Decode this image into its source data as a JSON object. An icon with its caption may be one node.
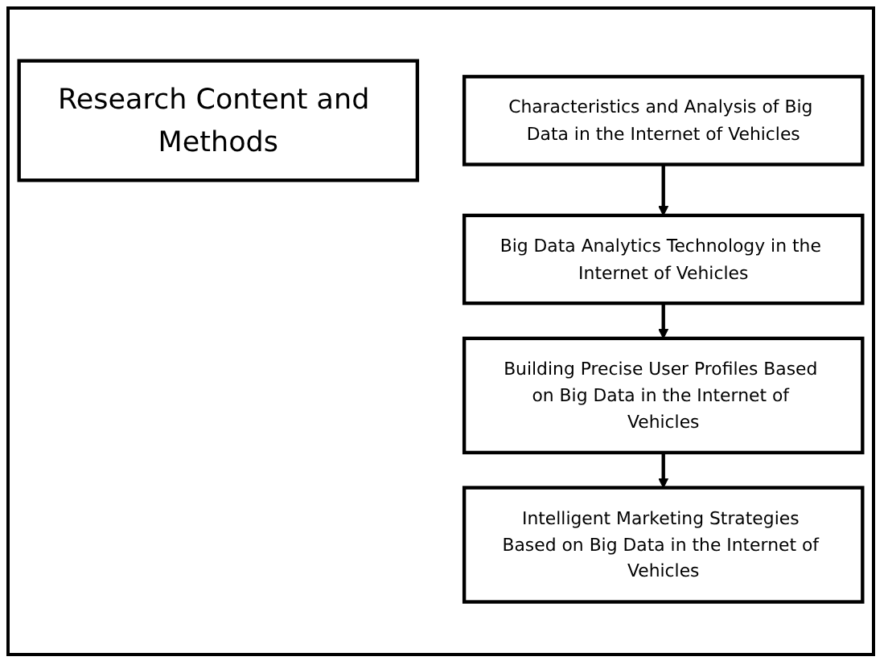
{
  "diagram": {
    "nodes": [
      {
        "text": [
          "Research Content and Methods"
        ]
      },
      {
        "text": [
          "Characteristics and Analysis of Big Data in the Internet of Vehicles"
        ]
      },
      {
        "text": [
          "Big Data Analytics Technology in the Internet of Vehicles"
        ]
      },
      {
        "text": [
          "Building Precise User Profiles Based on Big Data in the Internet of Vehicles"
        ]
      },
      {
        "text": [
          "Intelligent Marketing Strategies Based on Big Data in the Internet of Vehicles"
        ]
      }
    ],
    "edges": [
      {
        "from": 1,
        "to": 2,
        "arrow": "to"
      },
      {
        "from": 2,
        "to": 3,
        "arrow": "to"
      },
      {
        "from": 3,
        "to": 4,
        "arrow": "to"
      }
    ]
  }
}
